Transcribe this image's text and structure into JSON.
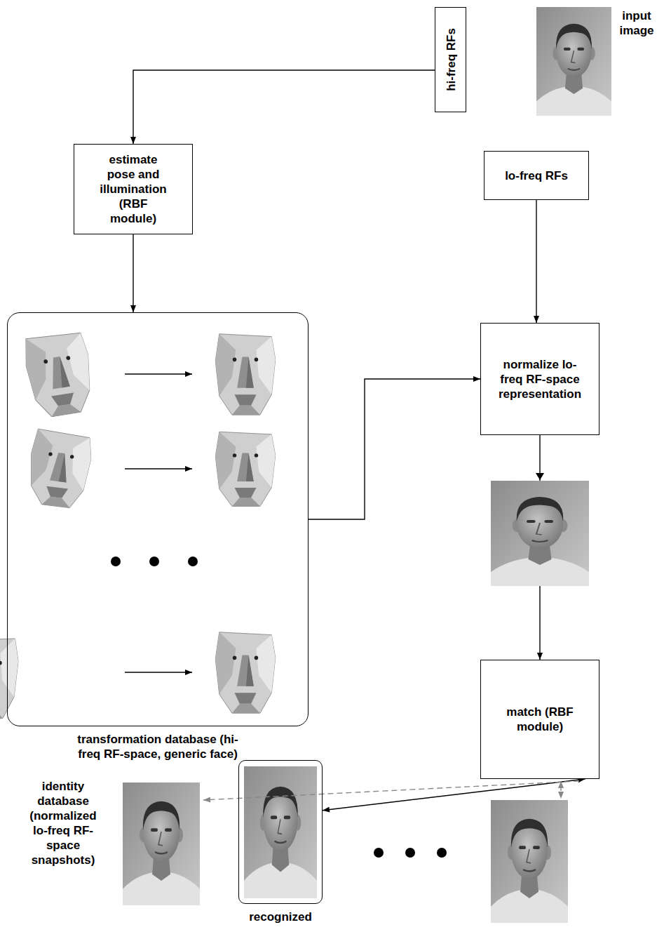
{
  "diagram": {
    "nodes": [
      {
        "text": [
          "hi-freq RFs"
        ]
      },
      {
        "text": [
          "estimate pose and illumination (RBF module)"
        ]
      },
      {
        "text": [
          "transformation database (hi-freq RF-space, generic face)"
        ]
      },
      {
        "text": [
          "lo-freq RFs"
        ]
      },
      {
        "text": [
          "normalize lo-freq RF-space representation"
        ]
      },
      {
        "text": [
          "match (RBF module)"
        ]
      },
      {
        "text": [
          "recognized"
        ]
      }
    ],
    "edges": [
      {
        "from": 0,
        "to": 1,
        "arrow": "to"
      },
      {
        "from": 1,
        "to": 2,
        "arrow": "to"
      },
      {
        "from": 3,
        "to": 4,
        "arrow": "to"
      },
      {
        "from": 2,
        "to": 4,
        "arrow": "to"
      },
      {
        "from": 4,
        "to": 5,
        "arrow": "to"
      },
      {
        "from": 5,
        "to": 6,
        "arrow": "both"
      }
    ],
    "labels": [
      "input image",
      "identity database (normalized lo-freq RF-space snapshots)"
    ]
  }
}
